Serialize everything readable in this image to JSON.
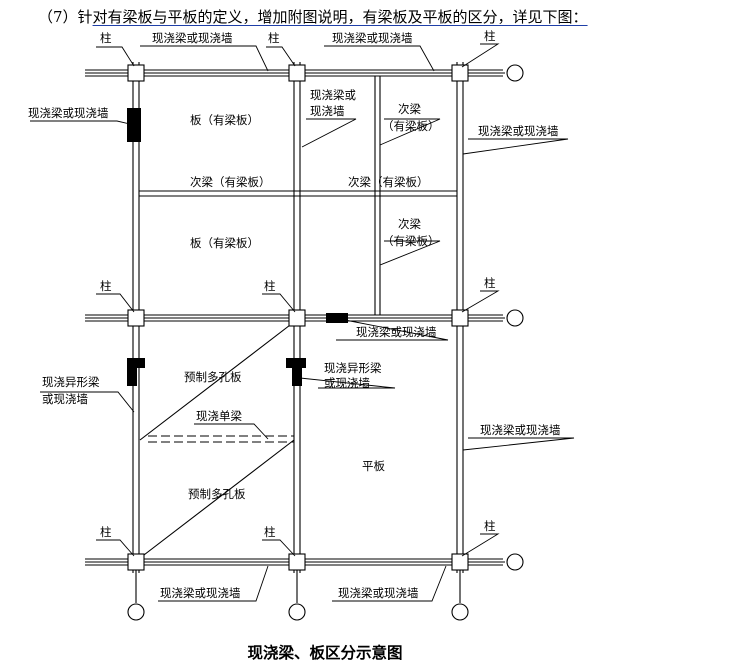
{
  "intro": {
    "prefix": "（7）针",
    "underlined": "对有梁板与平板的定义，增加附图说明，有梁板及平板的区分，详见下图："
  },
  "labels": {
    "column": "柱",
    "cip_beam_or_wall": "现浇梁或现浇墙",
    "cip_beam_or_wall_line1": "现浇梁或",
    "cip_beam_or_wall_line2": "现浇墙",
    "slab_with_beam": "板（有梁板）",
    "secondary_beam_with_slab": "次梁（有梁板）",
    "secondary_beam": "次梁",
    "with_beam_slab_paren": "（有梁板）",
    "special_beam_line1": "现浇异形梁",
    "special_beam_line2": "或现浇墙",
    "precast_hollow_slab": "预制多孔板",
    "single_cip_beam": "现浇单梁",
    "flat_slab": "平板"
  },
  "caption": "现浇梁、板区分示意图"
}
